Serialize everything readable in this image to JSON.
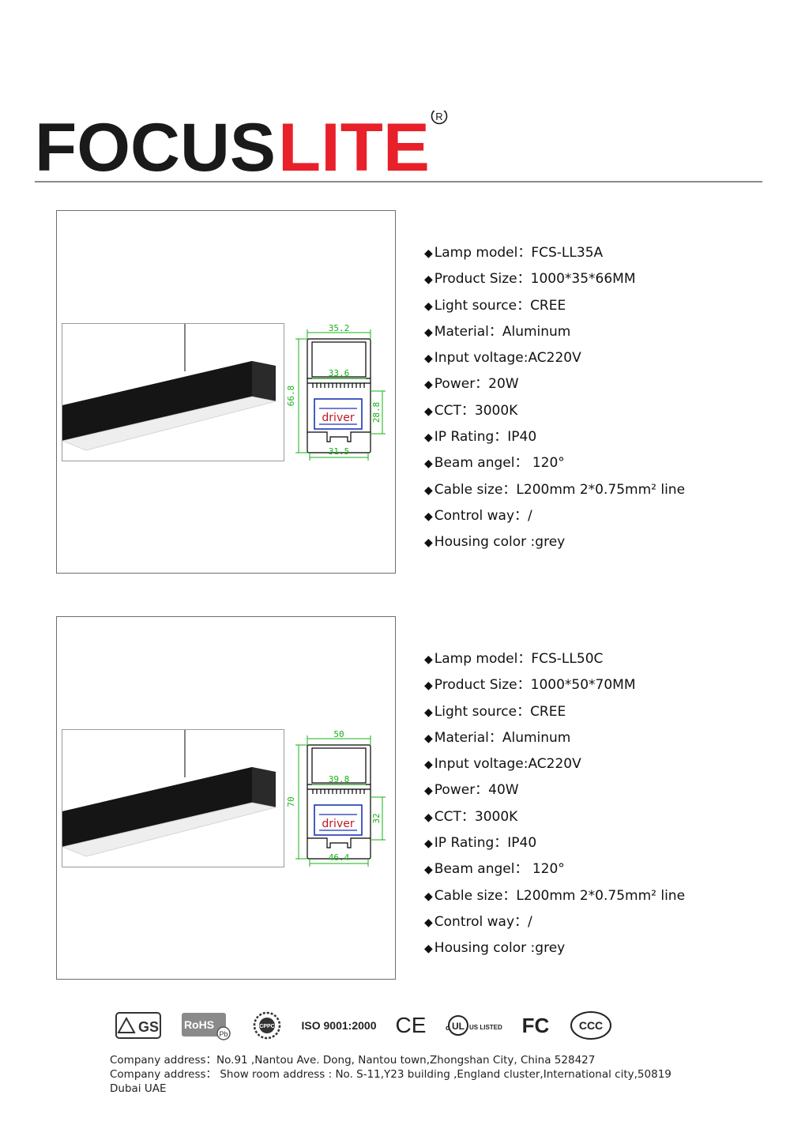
{
  "brand": {
    "logo_text_dark": "FOCUS",
    "logo_text_red": "LITE",
    "registered_mark": "R",
    "color_dark": "#1a1a1a",
    "color_red": "#e8202a"
  },
  "products": [
    {
      "specs": [
        "Lamp model：FCS-LL35A",
        "Product Size：1000*35*66MM",
        "Light source：CREE",
        "Material：Aluminum",
        "Input voltage:AC220V",
        "Power：20W",
        "CCT：3000K",
        "IP Rating：IP40",
        "Beam angel： 120°",
        "Cable size：L200mm 2*0.75mm² line",
        "Control way：/",
        "Housing color :grey"
      ],
      "drawing": {
        "top_width": "35.2",
        "inner_width": "33.6",
        "height": "66.8",
        "driver_height": "28.8",
        "bottom_width": "31.5",
        "driver_label": "driver"
      }
    },
    {
      "specs": [
        "Lamp model：FCS-LL50C",
        "Product Size：1000*50*70MM",
        "Light source：CREE",
        "Material：Aluminum",
        "Input voltage:AC220V",
        "Power：40W",
        "CCT：3000K",
        "IP Rating：IP40",
        "Beam angel： 120°",
        "Cable size：L200mm 2*0.75mm² line",
        "Control way：/",
        "Housing color :grey"
      ],
      "drawing": {
        "top_width": "50",
        "inner_width": "39.8",
        "height": "70",
        "driver_height": "32",
        "bottom_width": "46.4",
        "driver_label": "driver"
      }
    }
  ],
  "bullet_glyph": "◆",
  "certifications": {
    "gs": "GS",
    "rohs": "RoHS",
    "rohs_sub": "Pb",
    "cppc": "CPPC",
    "iso": "ISO 9001:2000",
    "ce": "CE",
    "ul": "UL",
    "ul_c": "c",
    "ul_us": "US LISTED",
    "fcc": "FC",
    "ccc": "CCC"
  },
  "address": {
    "line1": "Company address：No.91 ,Nantou Ave. Dong, Nantou town,Zhongshan City, China 528427",
    "line2": "Company address：  Show room address : No. S-11,Y23 building ,England cluster,International city,50819 Dubai UAE"
  }
}
